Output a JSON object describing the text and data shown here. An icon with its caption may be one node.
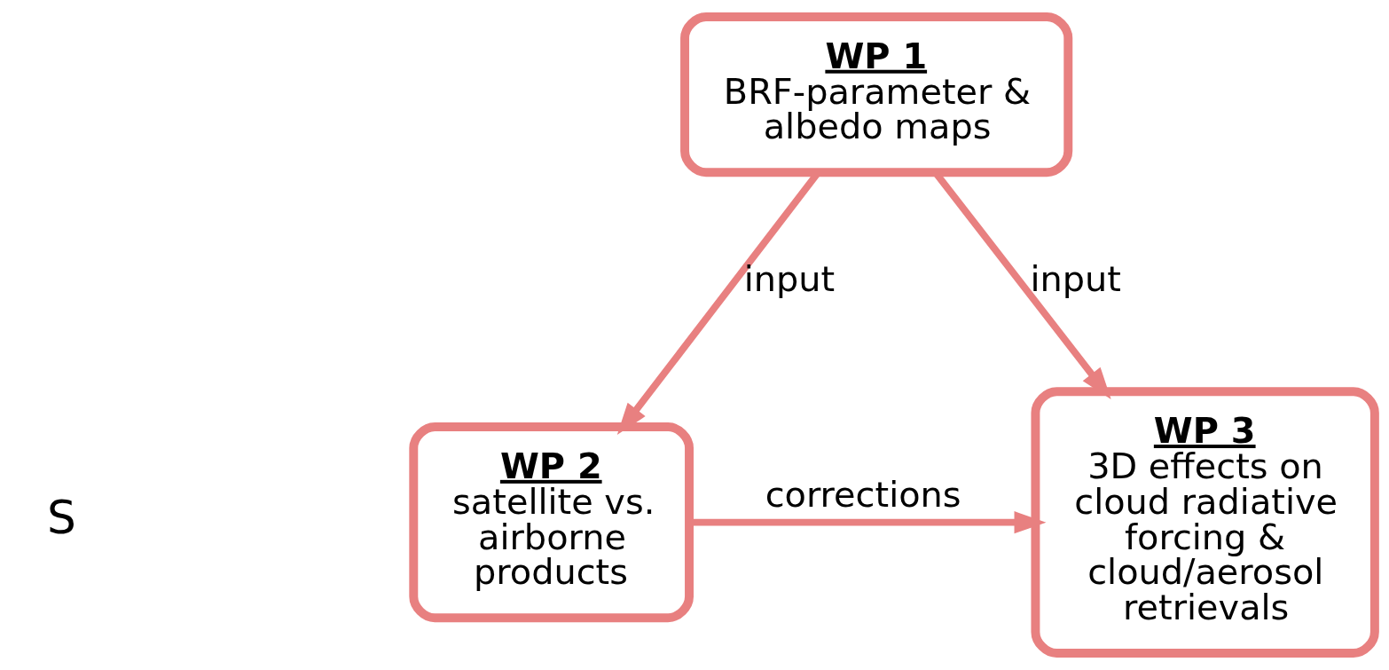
{
  "diagram": {
    "nodes": [
      {
        "text": [
          "WP 1",
          "BRF-parameter & albedo maps"
        ]
      },
      {
        "text": [
          "WP 2",
          "satellite vs. airborne products"
        ]
      },
      {
        "text": [
          "WP 3",
          "3D effects on cloud radiative forcing & cloud/aerosol retrievals"
        ]
      }
    ],
    "edges": [
      {
        "from": 0,
        "to": 1,
        "arrow": "to",
        "label": "input"
      },
      {
        "from": 0,
        "to": 2,
        "arrow": "to",
        "label": "input"
      },
      {
        "from": 1,
        "to": 2,
        "arrow": "to",
        "label": "corrections"
      }
    ],
    "labels": [
      "S"
    ]
  }
}
